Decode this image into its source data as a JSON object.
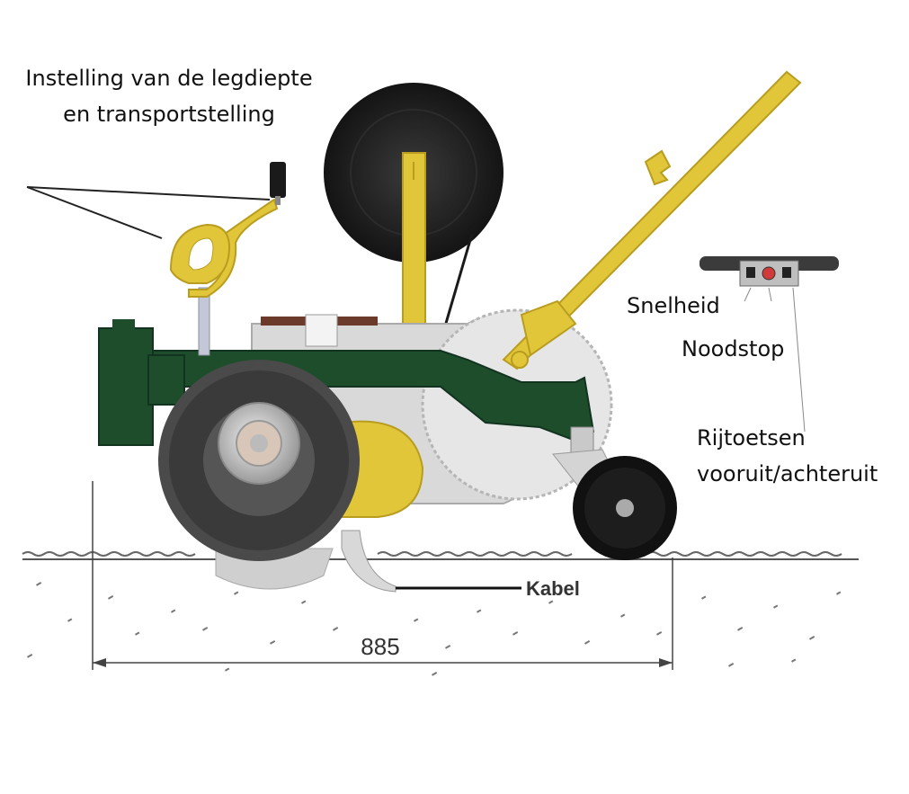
{
  "labels": {
    "depth_setting": [
      "Instelling van de legdiepte",
      "en transportstelling"
    ],
    "speed": "Snelheid",
    "emergency_stop": "Noodstop",
    "drive_buttons": [
      "Rijtoetsen",
      "vooruit/achteruit"
    ],
    "cable": "Kabel",
    "dimension": "885"
  },
  "colors": {
    "frame_green": "#1e4d2b",
    "arm_yellow": "#e2c63a",
    "body_grey": "#d9d9d9",
    "reel_black": "#1a1a1a",
    "tire_dark": "#3a3a3a",
    "ground_speckle": "#777777"
  }
}
